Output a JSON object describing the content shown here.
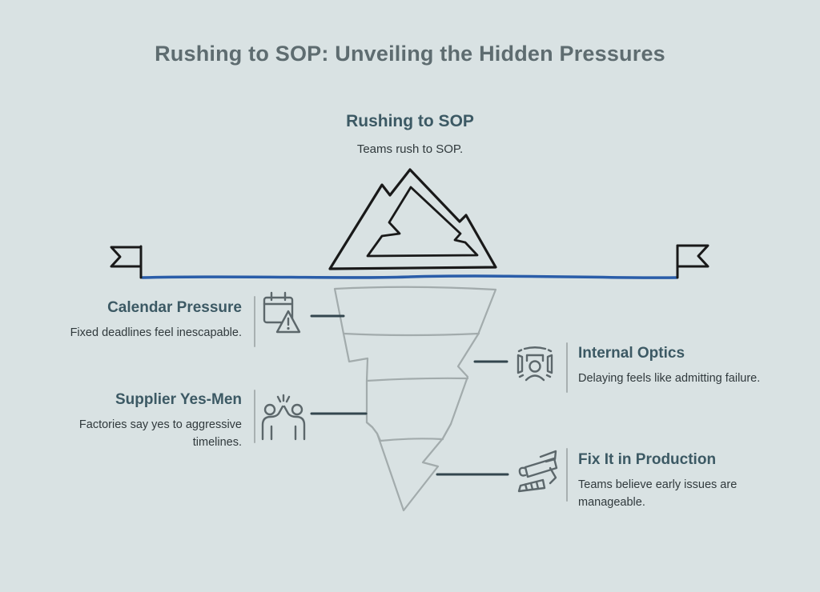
{
  "title": "Rushing to SOP: Unveiling the Hidden Pressures",
  "surface": {
    "heading": "Rushing to SOP",
    "body": "Teams rush to SOP."
  },
  "sections": [
    {
      "heading": "Calendar Pressure",
      "body": "Fixed deadlines feel inescapable.",
      "icon": "calendar-alert-icon",
      "side": "left"
    },
    {
      "heading": "Internal Optics",
      "body": "Delaying feels like admitting failure.",
      "icon": "spotlight-person-icon",
      "side": "right"
    },
    {
      "heading": "Supplier Yes-Men",
      "body": "Factories say yes to aggressive timelines.",
      "icon": "high-five-icon",
      "side": "left"
    },
    {
      "heading": "Fix It in Production",
      "body": "Teams believe early issues are manageable.",
      "icon": "cast-bandage-icon",
      "side": "right"
    }
  ],
  "colors": {
    "background": "#d9e2e3",
    "title": "#5e6c70",
    "heading": "#3c5964",
    "body_text": "#30393c",
    "waterline": "#2a5da9",
    "iceberg_outline": "#a2abac",
    "mountain_outline": "#191919",
    "connector": "#33464e",
    "icon": "#5c676b"
  }
}
